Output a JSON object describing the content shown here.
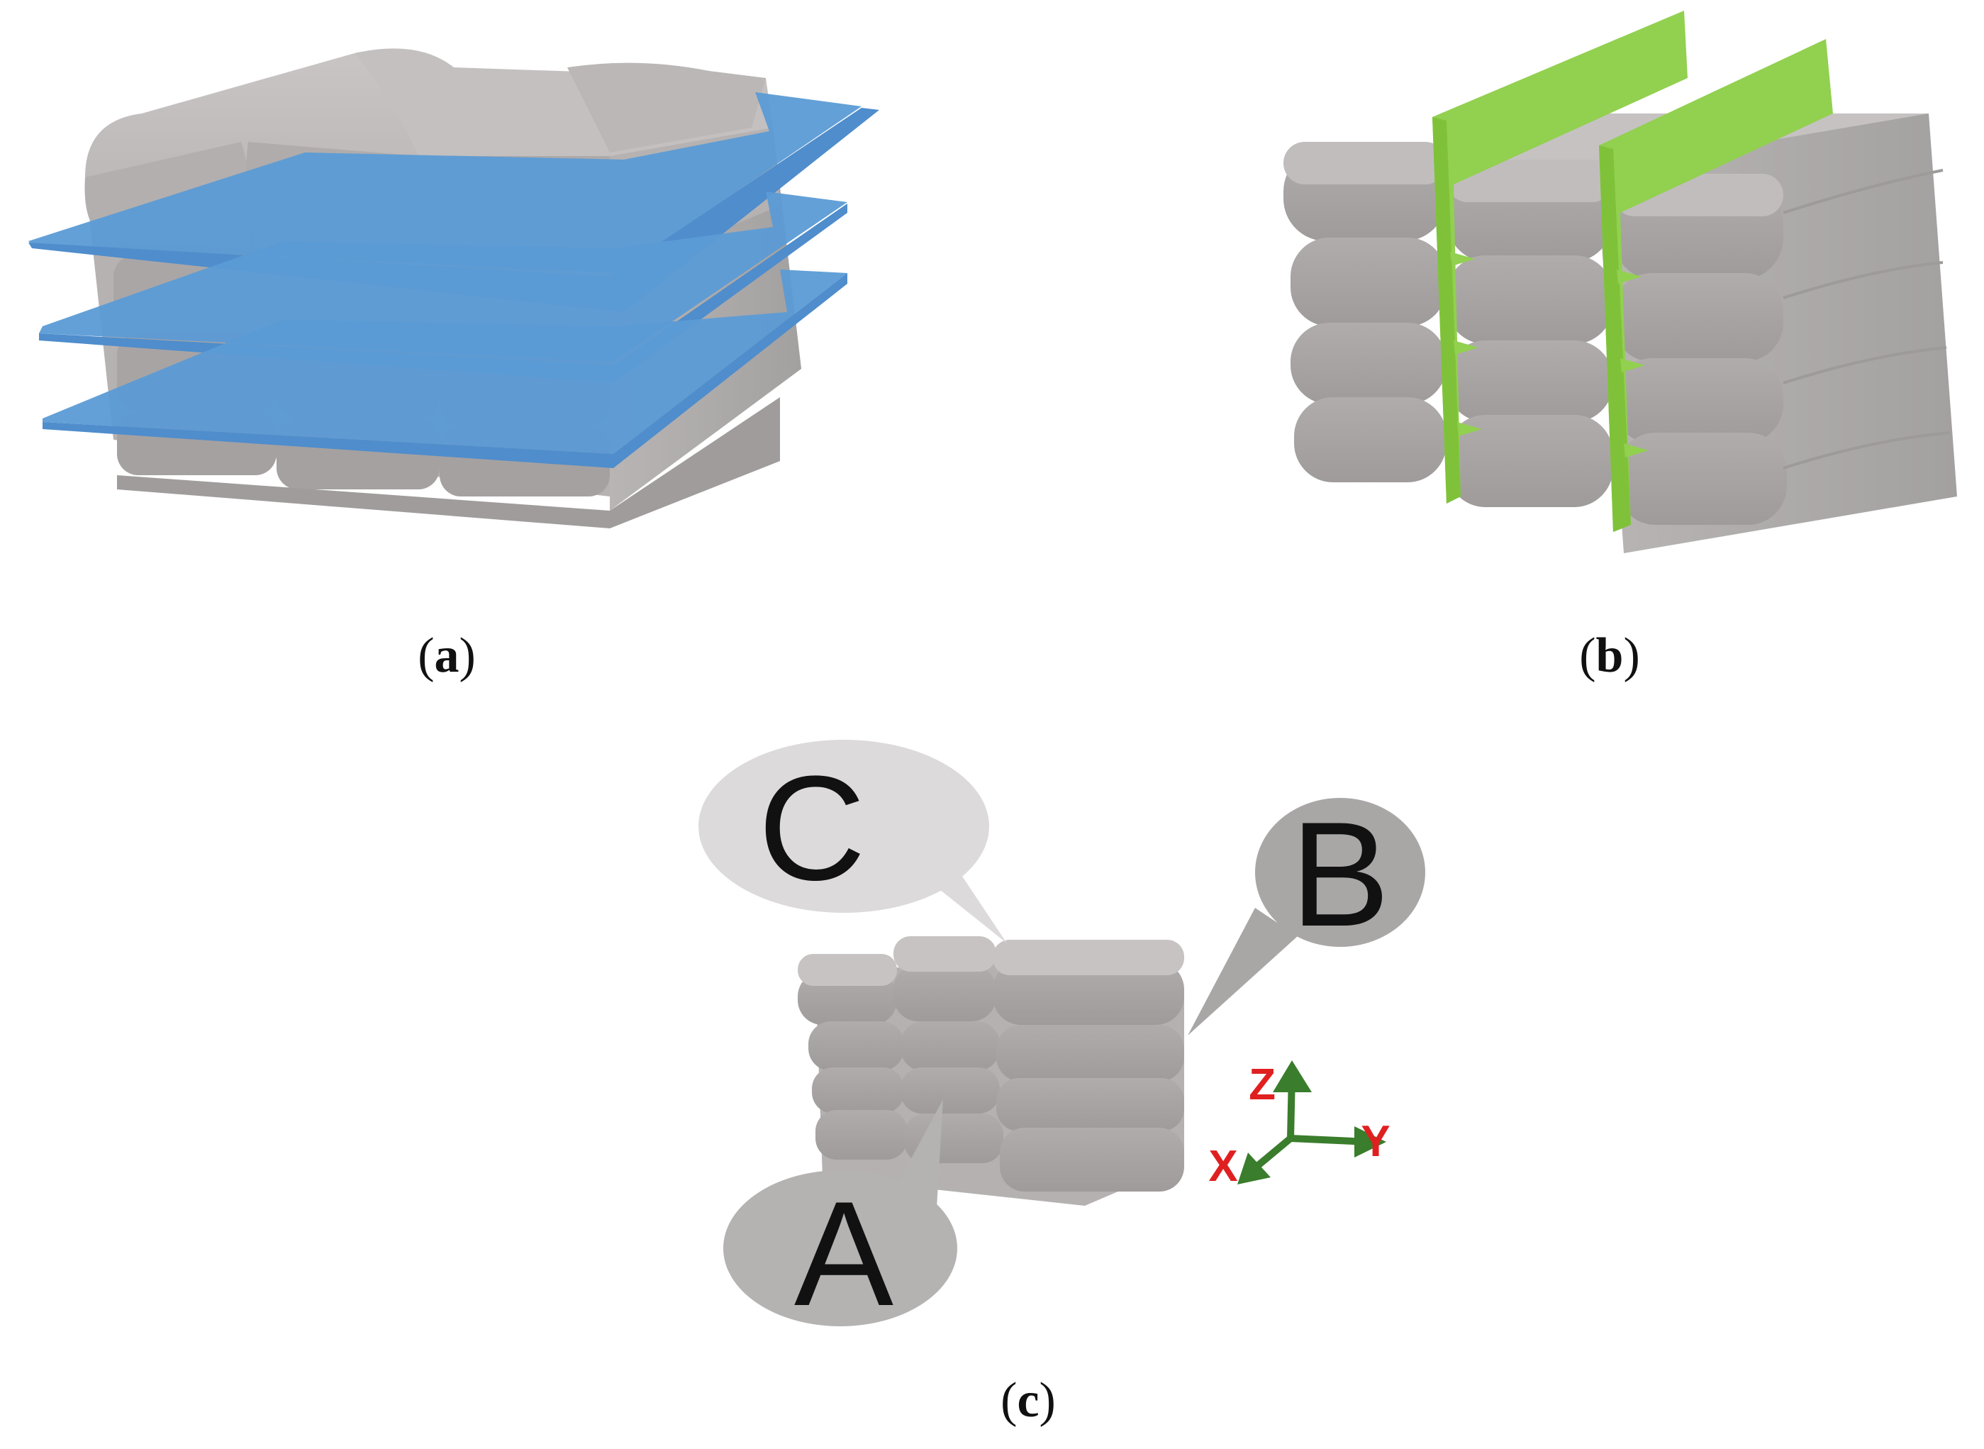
{
  "panels": [
    {
      "id": "a",
      "caption": "a",
      "plane_color": "#5b9bd5"
    },
    {
      "id": "b",
      "caption": "b",
      "plane_color": "#92d050"
    },
    {
      "id": "c",
      "caption": "c"
    }
  ],
  "callouts": {
    "a_label": "A",
    "b_label": "B",
    "c_label": "C"
  },
  "axes": {
    "x_label": "X",
    "y_label": "Y",
    "z_label": "Z",
    "label_color": "#e02020",
    "arrow_color": "#3a7d2c"
  },
  "colors": {
    "bead_top": "#c3bfbf",
    "bead_front": "#a9a5a5",
    "bead_side": "#b4b0b0"
  }
}
